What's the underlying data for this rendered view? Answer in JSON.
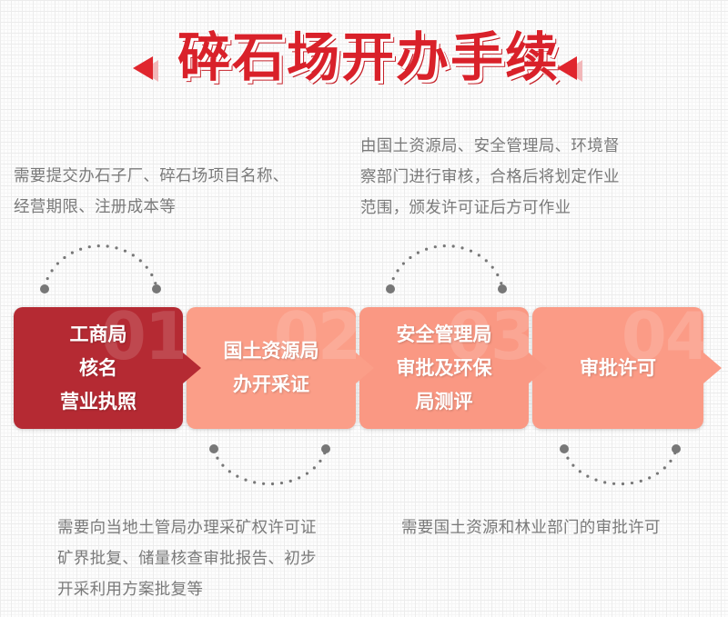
{
  "title": "碎石场开办手续",
  "colors": {
    "title_red": "#d9212a",
    "step1_bg": "#b52a33",
    "step_bg": "#fb9e88",
    "note_text": "#7a7a7a",
    "dot_gray": "#777777"
  },
  "steps": [
    {
      "number": "01",
      "lines": [
        "工商局",
        "核名",
        "营业执照"
      ]
    },
    {
      "number": "02",
      "lines": [
        "国土资源局",
        "办开采证"
      ]
    },
    {
      "number": "03",
      "lines": [
        "安全管理局",
        "审批及环保",
        "局测评"
      ]
    },
    {
      "number": "04",
      "lines": [
        "审批许可"
      ]
    }
  ],
  "notes": {
    "step1": [
      "需要提交办石子厂、碎石场项目名称、",
      "经营期限、注册成本等"
    ],
    "step2": [
      "需要向当地土管局办理采矿权许可证",
      "矿界批复、储量核查审批报告、初步",
      "开采利用方案批复等"
    ],
    "step3": [
      "由国土资源局、安全管理局、环境督",
      "察部门进行审核，合格后将划定作业",
      "范围，颁发许可证后方可作业"
    ],
    "step4": [
      "需要国土资源和林业部门的审批许可"
    ]
  }
}
